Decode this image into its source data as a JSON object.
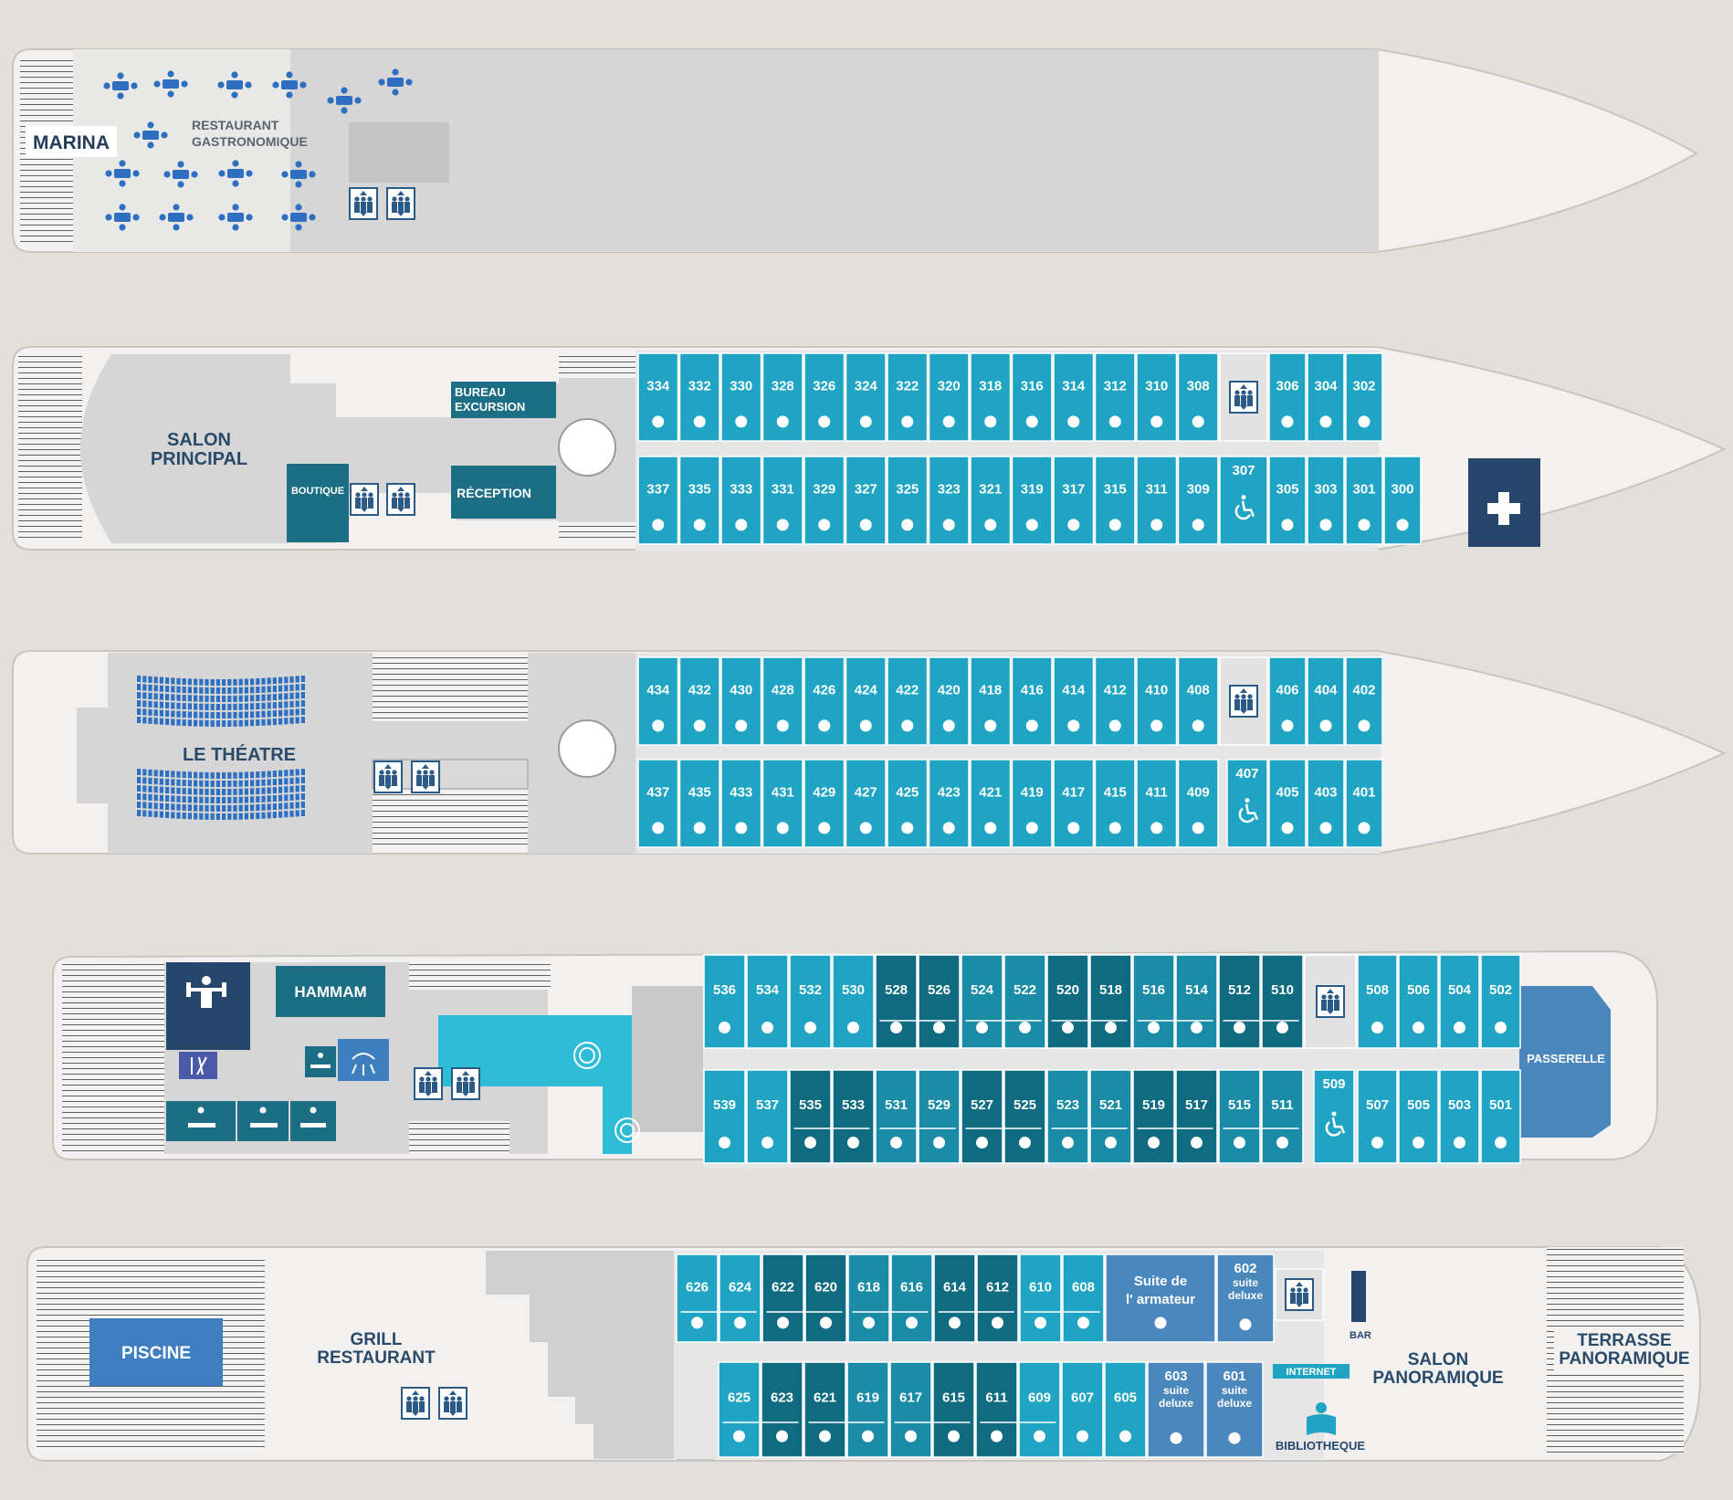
{
  "colors": {
    "background": "#e3e0da",
    "hull": "#f2f1ef",
    "hull_edge": "#c9c5be",
    "floor": "#d6d6d6",
    "cabin_light": "#1fa5c3",
    "cabin_mid": "#1a8ca8",
    "cabin_dark": "#0e6b80",
    "suite": "#4a87bd",
    "navy": "#26466b",
    "teal_room": "#1c6e84",
    "aqua": "#2fbcd6",
    "table_blue": "#2e6fc1",
    "lift": "#2b5a86"
  },
  "deck1": {
    "marina": "MARINA",
    "restaurant": [
      "RESTAURANT",
      "GASTRONOMIQUE"
    ]
  },
  "deck3": {
    "salon": [
      "SALON",
      "PRINCIPAL"
    ],
    "bureau": [
      "BUREAU",
      "EXCURSION"
    ],
    "boutique": "BOUTIQUE",
    "reception": "RÉCEPTION",
    "top": [
      "334",
      "332",
      "330",
      "328",
      "326",
      "324",
      "322",
      "320",
      "318",
      "316",
      "314",
      "312",
      "310",
      "308",
      "306",
      "304",
      "302"
    ],
    "bottom": [
      "337",
      "335",
      "333",
      "331",
      "329",
      "327",
      "325",
      "323",
      "321",
      "319",
      "317",
      "315",
      "311",
      "309",
      "307",
      "305",
      "303",
      "301",
      "300"
    ],
    "access_cabin": "307",
    "icons": [
      "elevator-icon",
      "wheelchair-icon",
      "medical-cross-icon"
    ]
  },
  "deck4": {
    "theatre": "LE THÉATRE",
    "top": [
      "434",
      "432",
      "430",
      "428",
      "426",
      "424",
      "422",
      "420",
      "418",
      "416",
      "414",
      "412",
      "410",
      "408",
      "406",
      "404",
      "402"
    ],
    "bottom": [
      "437",
      "435",
      "433",
      "431",
      "429",
      "427",
      "425",
      "423",
      "421",
      "419",
      "417",
      "415",
      "411",
      "409",
      "407",
      "405",
      "403",
      "401"
    ],
    "access_cabin": "407"
  },
  "deck5": {
    "hammam": "HAMMAM",
    "passerelle": "PASSERELLE",
    "top": [
      "536",
      "534",
      "532",
      "530",
      "528",
      "526",
      "524",
      "522",
      "520",
      "518",
      "516",
      "514",
      "512",
      "510",
      "508",
      "506",
      "504",
      "502"
    ],
    "bottom": [
      "539",
      "537",
      "535",
      "533",
      "531",
      "529",
      "527",
      "525",
      "523",
      "521",
      "519",
      "517",
      "515",
      "511",
      "509",
      "507",
      "505",
      "503",
      "501"
    ],
    "access_cabin": "509",
    "icons": [
      "fitness-icon",
      "hairdresser-icon",
      "massage-icon",
      "shower-icon",
      "casino-chip-icon"
    ]
  },
  "deck6": {
    "piscine": "PISCINE",
    "grill": [
      "GRILL",
      "RESTAURANT"
    ],
    "suite_armateur": [
      "Suite de",
      "l' armateur"
    ],
    "suite_word": "suite",
    "deluxe_word": "deluxe",
    "top": [
      "626",
      "624",
      "622",
      "620",
      "618",
      "616",
      "614",
      "612",
      "610",
      "608",
      "602"
    ],
    "bottom": [
      "625",
      "623",
      "621",
      "619",
      "617",
      "615",
      "611",
      "609",
      "607",
      "605",
      "603",
      "601"
    ],
    "bar": "BAR",
    "internet": "INTERNET",
    "salon": [
      "SALON",
      "PANORAMIQUE"
    ],
    "bibliotheque": "BIBLIOTHEQUE",
    "terrasse": [
      "TERRASSE",
      "PANORAMIQUE"
    ],
    "icons": [
      "library-icon"
    ]
  }
}
